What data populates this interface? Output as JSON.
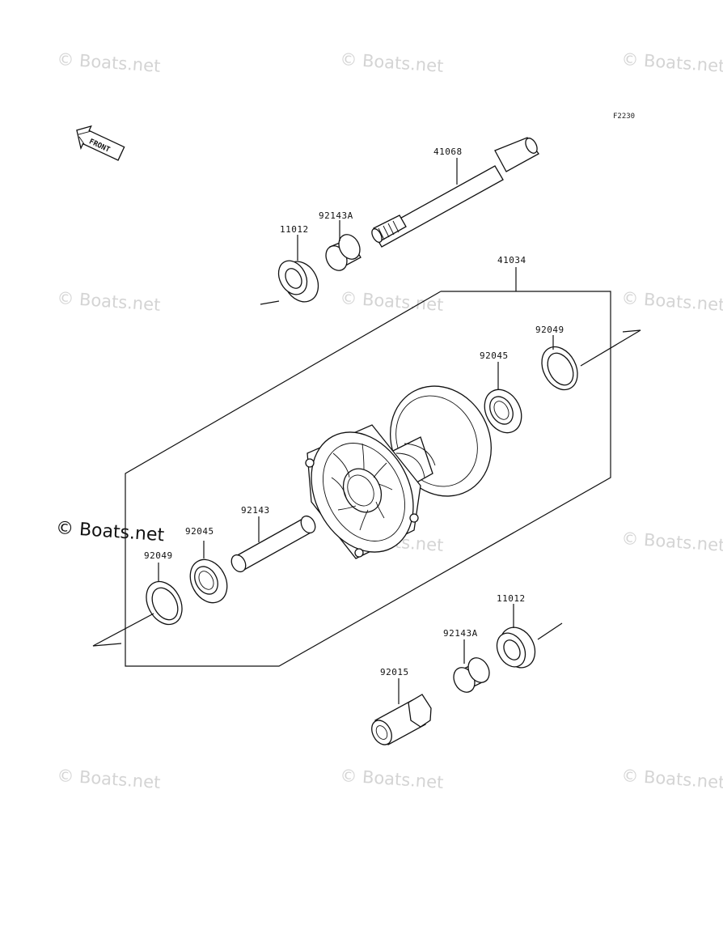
{
  "figure_code": "F2230",
  "front_arrow": {
    "label": "FRONT",
    "icon": "front-arrow-icon"
  },
  "watermark": {
    "text": "© Boats.net",
    "color": "#d4d4d4"
  },
  "watermark_main": "© Boats.net",
  "labels": {
    "axle": "41068",
    "collar_top": "92143A",
    "seal_top_left": "11012",
    "hub": "41034",
    "seal_right": "92049",
    "bearing_right": "92045",
    "spacer": "92143",
    "bearing_left": "92045",
    "seal_left": "92049",
    "seal_bottom_right": "11012",
    "collar_bottom": "92143A",
    "axle_nut": "92015"
  }
}
